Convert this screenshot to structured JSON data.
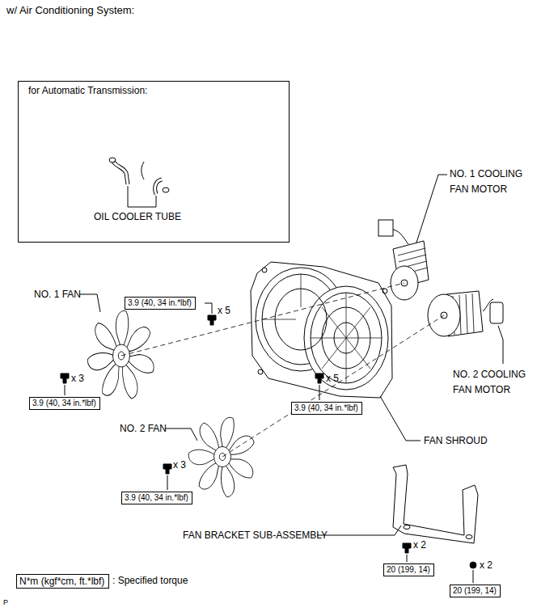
{
  "diagram": {
    "title": "w/ Air Conditioning System:",
    "nodes": [
      {
        "text": [
          "for Automatic Transmission:",
          "OIL COOLER TUBE"
        ]
      },
      {
        "text": [
          "3.9 (40, 34 in.*lbf)"
        ]
      },
      {
        "text": [
          "3.9 (40, 34 in.*lbf)"
        ]
      },
      {
        "text": [
          "3.9 (40, 34 in.*lbf)"
        ]
      },
      {
        "text": [
          "3.9 (40, 34 in.*lbf)"
        ]
      },
      {
        "text": [
          "20 (199, 14)"
        ]
      },
      {
        "text": [
          "20 (199, 14)"
        ]
      },
      {
        "text": [
          "N*m (kgf*cm, ft.*lbf)"
        ]
      }
    ],
    "labels": [
      "NO. 1 COOLING FAN MOTOR",
      "NO. 1 FAN",
      "NO. 2 COOLING FAN MOTOR",
      "x 5",
      "x 3",
      "x 5",
      "FAN SHROUD",
      "NO. 2 FAN",
      "x 3",
      "FAN BRACKET SUB-ASSEMBLY",
      "x 2",
      "x 2",
      "P"
    ],
    "legend": [
      {
        "text": ": Specified torque"
      }
    ]
  }
}
